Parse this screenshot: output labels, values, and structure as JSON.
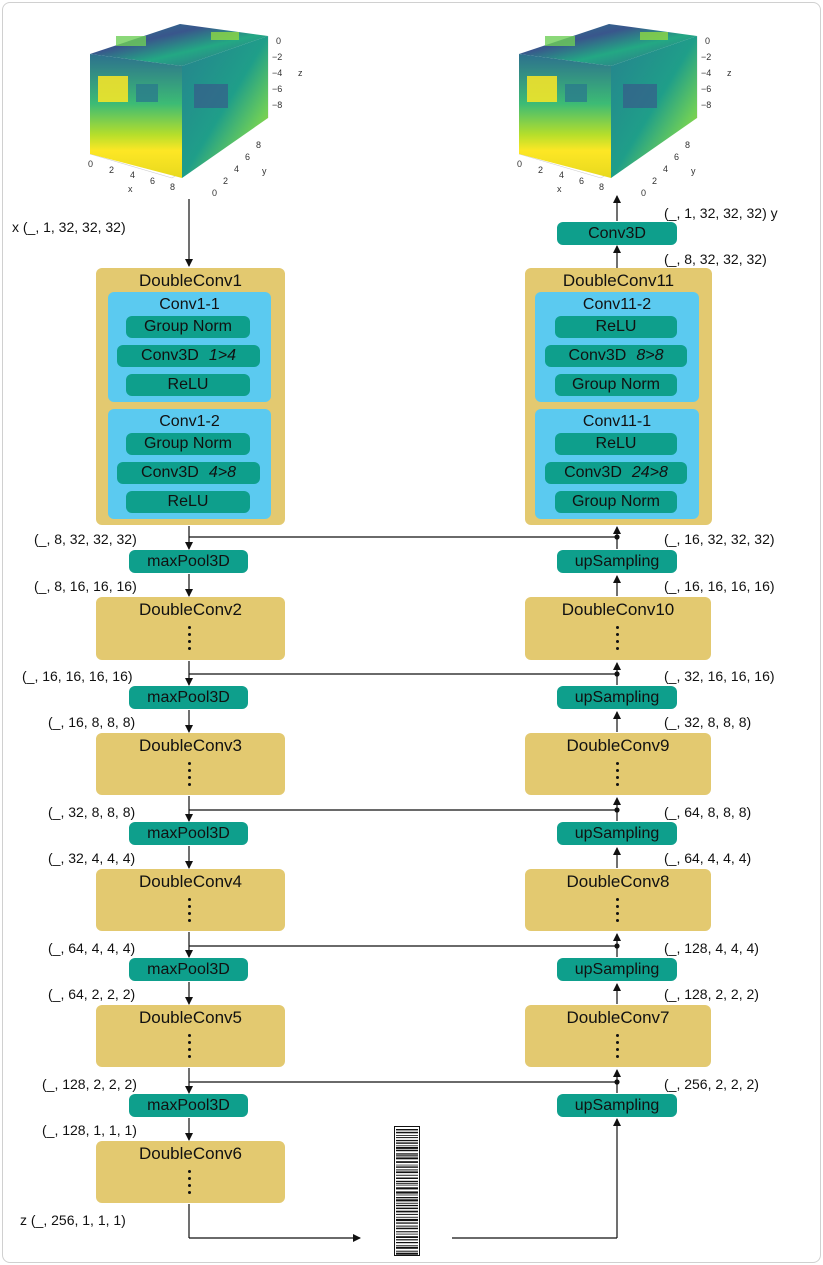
{
  "encoder": {
    "input_label": "x  (_, 1, 32, 32, 32)",
    "double_conv1": {
      "title": "DoubleConv1",
      "conv1_1": {
        "title": "Conv1-1",
        "group_norm": "Group Norm",
        "conv3d": "Conv3D",
        "conv3d_channels": "1>4",
        "relu": "ReLU"
      },
      "conv1_2": {
        "title": "Conv1-2",
        "group_norm": "Group Norm",
        "conv3d": "Conv3D",
        "conv3d_channels": "4>8",
        "relu": "ReLU"
      }
    },
    "shape_after_dc1": "(_, 8, 32, 32, 32)",
    "maxpool": "maxPool3D",
    "shape_in_dc2": "(_, 8, 16, 16, 16)",
    "dc2": "DoubleConv2",
    "shape_after_dc2": "(_, 16, 16, 16, 16)",
    "shape_in_dc3": "(_, 16, 8, 8, 8)",
    "dc3": "DoubleConv3",
    "shape_after_dc3": "(_, 32, 8, 8, 8)",
    "shape_in_dc4": "(_, 32, 4, 4, 4)",
    "dc4": "DoubleConv4",
    "shape_after_dc4": "(_, 64, 4, 4, 4)",
    "shape_in_dc5": "(_, 64, 2, 2, 2)",
    "dc5": "DoubleConv5",
    "shape_after_dc5": "(_, 128, 2, 2, 2)",
    "shape_in_dc6": "(_, 128, 1, 1, 1)",
    "dc6": "DoubleConv6",
    "latent_label": "z  (_, 256, 1, 1, 1)"
  },
  "decoder": {
    "output_label": "(_, 1, 32, 32, 32)  y",
    "final_conv": "Conv3D",
    "shape_before_final": "(_, 8, 32, 32, 32)",
    "double_conv11": {
      "title": "DoubleConv11",
      "conv11_2": {
        "title": "Conv11-2",
        "relu": "ReLU",
        "conv3d": "Conv3D",
        "conv3d_channels": "8>8",
        "group_norm": "Group Norm"
      },
      "conv11_1": {
        "title": "Conv11-1",
        "relu": "ReLU",
        "conv3d": "Conv3D",
        "conv3d_channels": "24>8",
        "group_norm": "Group Norm"
      }
    },
    "upsampling": "upSampling",
    "shape_in_dc11": "(_, 16, 32, 32, 32)",
    "shape_after_dc10": "(_, 16, 16, 16, 16)",
    "dc10": "DoubleConv10",
    "shape_in_dc10": "(_, 32, 16, 16, 16)",
    "shape_after_dc9": "(_, 32, 8, 8, 8)",
    "dc9": "DoubleConv9",
    "shape_in_dc9": "(_, 64, 8, 8, 8)",
    "shape_after_dc8": "(_, 64, 4, 4, 4)",
    "dc8": "DoubleConv8",
    "shape_in_dc8": "(_, 128, 4, 4, 4)",
    "shape_after_dc7": "(_, 128, 2, 2, 2)",
    "dc7": "DoubleConv7",
    "shape_in_dc7": "(_, 256, 2, 2, 2)"
  },
  "cube_axes": {
    "x_label": "x",
    "y_label": "y",
    "z_label": "z",
    "x_ticks": [
      "0",
      "2",
      "4",
      "6",
      "8"
    ],
    "y_ticks": [
      "0",
      "2",
      "4",
      "6",
      "8"
    ],
    "z_ticks": [
      "0",
      "−2",
      "−4",
      "−6",
      "−8"
    ]
  },
  "colors": {
    "double_conv": "#e3c970",
    "conv_block": "#5bcaf0",
    "operation": "#0e9f8c"
  }
}
